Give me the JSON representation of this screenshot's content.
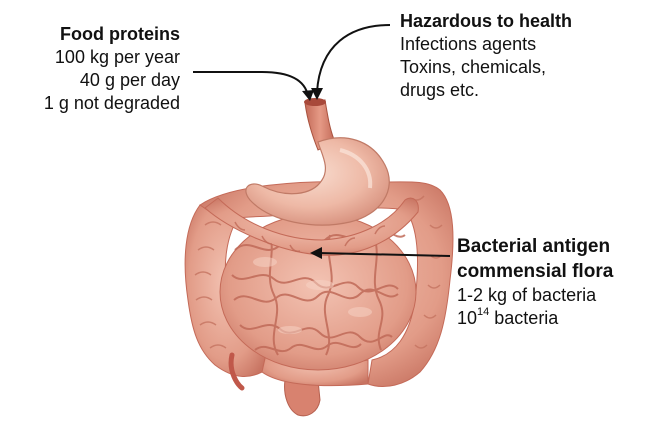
{
  "food_proteins": {
    "title": "Food proteins",
    "lines": [
      "100 kg per year",
      "40 g per day",
      "1 g not degraded"
    ]
  },
  "hazardous": {
    "title": "Hazardous to health",
    "lines": [
      "Infections agents",
      "Toxins, chemicals,",
      "drugs etc."
    ]
  },
  "bacterial": {
    "title_line1": "Bacterial antigen",
    "title_line2": "commensial flora",
    "line1": "1-2 kg of bacteria",
    "line2_base": "10",
    "line2_exp": "14",
    "line2_rest": " bacteria"
  },
  "colors": {
    "organ_fill": "#e8a592",
    "organ_shadow": "#c8705f",
    "organ_highlight": "#f6cdbf",
    "stomach_fill": "#eebfae",
    "text": "#111111"
  }
}
